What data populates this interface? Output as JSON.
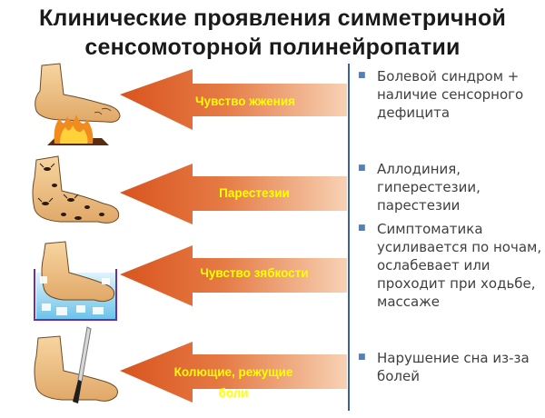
{
  "title_line1": "Клинические проявления симметричной",
  "title_line2": "сенсомоторной полинейропатии",
  "arrows": [
    {
      "label": "Чувство жжения"
    },
    {
      "label": "Парестезии"
    },
    {
      "label": "Чувство зябкости"
    },
    {
      "label_line1": "Колющие, режущие",
      "label_line2": "боли"
    }
  ],
  "bullets": [
    {
      "text": "Болевой синдром + наличие сенсорного дефицита"
    },
    {
      "text": "Аллодиния, гиперестезии, парестезии"
    },
    {
      "text": "Симптоматика усиливается по ночам, ослабевает или проходит при ходьбе, массаже"
    },
    {
      "text": "Нарушение сна из-за болей"
    }
  ],
  "colors": {
    "arrow_dark": "#d9541e",
    "arrow_light": "#f6c8a6",
    "label": "#ffff00",
    "bullet_mark": "#4f81bd",
    "divider": "#3a5fa8",
    "skin": "#f0c386"
  },
  "icons": [
    "foot-fire-icon",
    "foot-insects-icon",
    "foot-ice-water-icon",
    "foot-knife-icon"
  ]
}
